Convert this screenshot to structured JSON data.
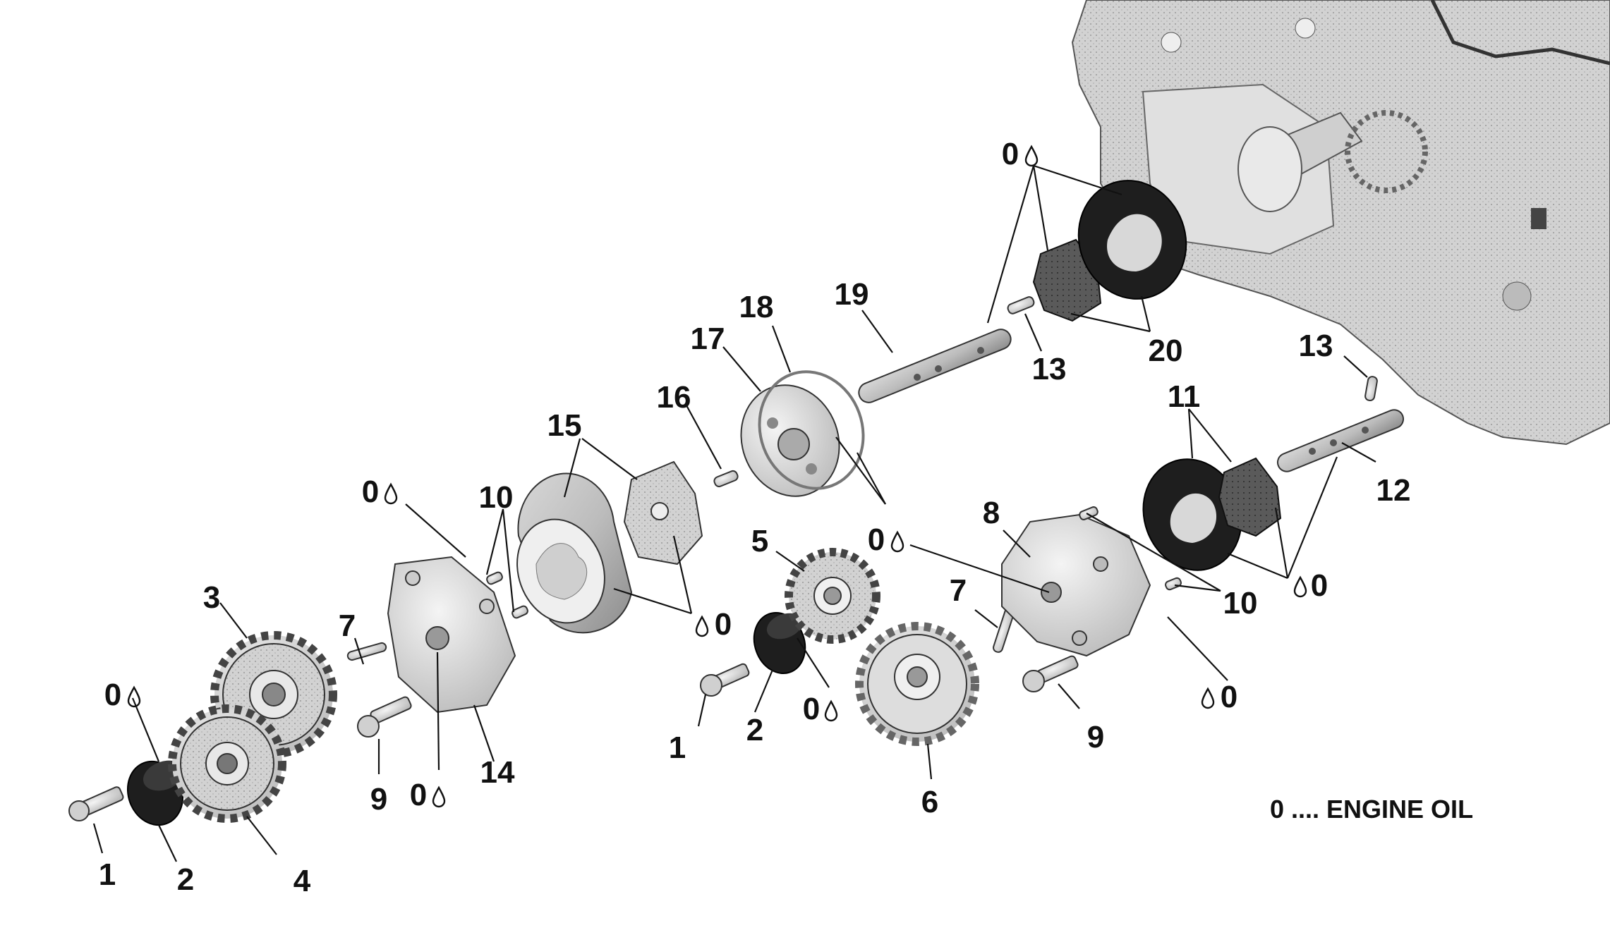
{
  "diagram": {
    "callouts": [
      {
        "id": "c1a",
        "text": "1"
      },
      {
        "id": "c2a",
        "text": "2"
      },
      {
        "id": "c3",
        "text": "3"
      },
      {
        "id": "c4",
        "text": "4"
      },
      {
        "id": "c7a",
        "text": "7"
      },
      {
        "id": "c9a",
        "text": "9"
      },
      {
        "id": "c10a",
        "text": "10"
      },
      {
        "id": "c14",
        "text": "14"
      },
      {
        "id": "c15",
        "text": "15"
      },
      {
        "id": "c16",
        "text": "16"
      },
      {
        "id": "c17",
        "text": "17"
      },
      {
        "id": "c18",
        "text": "18"
      },
      {
        "id": "c19",
        "text": "19"
      },
      {
        "id": "c13a",
        "text": "13"
      },
      {
        "id": "c20",
        "text": "20"
      },
      {
        "id": "c5",
        "text": "5"
      },
      {
        "id": "c1b",
        "text": "1"
      },
      {
        "id": "c2b",
        "text": "2"
      },
      {
        "id": "c6",
        "text": "6"
      },
      {
        "id": "c7b",
        "text": "7"
      },
      {
        "id": "c8",
        "text": "8"
      },
      {
        "id": "c9b",
        "text": "9"
      },
      {
        "id": "c10b",
        "text": "10"
      },
      {
        "id": "c11",
        "text": "11"
      },
      {
        "id": "c12",
        "text": "12"
      },
      {
        "id": "c13b",
        "text": "13"
      }
    ],
    "oil_symbol": "0",
    "legend": "0 .... ENGINE OIL"
  }
}
